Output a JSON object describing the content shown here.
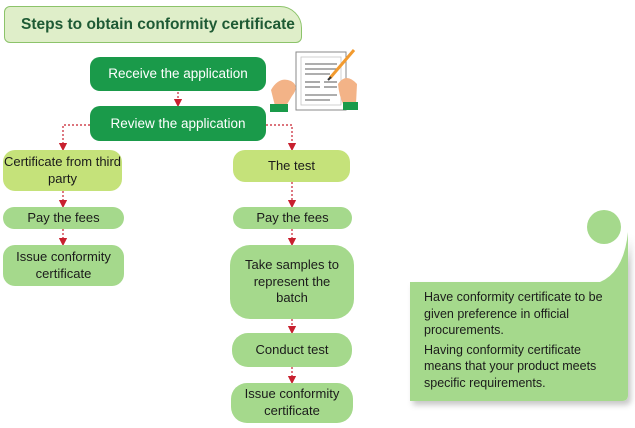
{
  "title": "Steps to obtain conformity certificate",
  "steps": {
    "receive": "Receive the application",
    "review": "Review the application",
    "left": {
      "third_party": "Certificate from third party",
      "pay": "Pay the fees",
      "issue": "Issue conformity certificate"
    },
    "right": {
      "test": "The test",
      "pay": "Pay the fees",
      "samples": "Take samples to represent the batch",
      "conduct": "Conduct test",
      "issue": "Issue conformity certificate"
    }
  },
  "note": {
    "line1": "Have conformity certificate to be given preference in official procurements.",
    "line2": "Having conformity certificate means that your product meets specific requirements."
  },
  "illustration": "hands-writing-document-icon",
  "colors": {
    "dark_green": "#1a9a4a",
    "lime_green": "#c5e27a",
    "light_green": "#a5d98c",
    "title_text": "#1e5a34",
    "arrow_red": "#c8202f"
  }
}
